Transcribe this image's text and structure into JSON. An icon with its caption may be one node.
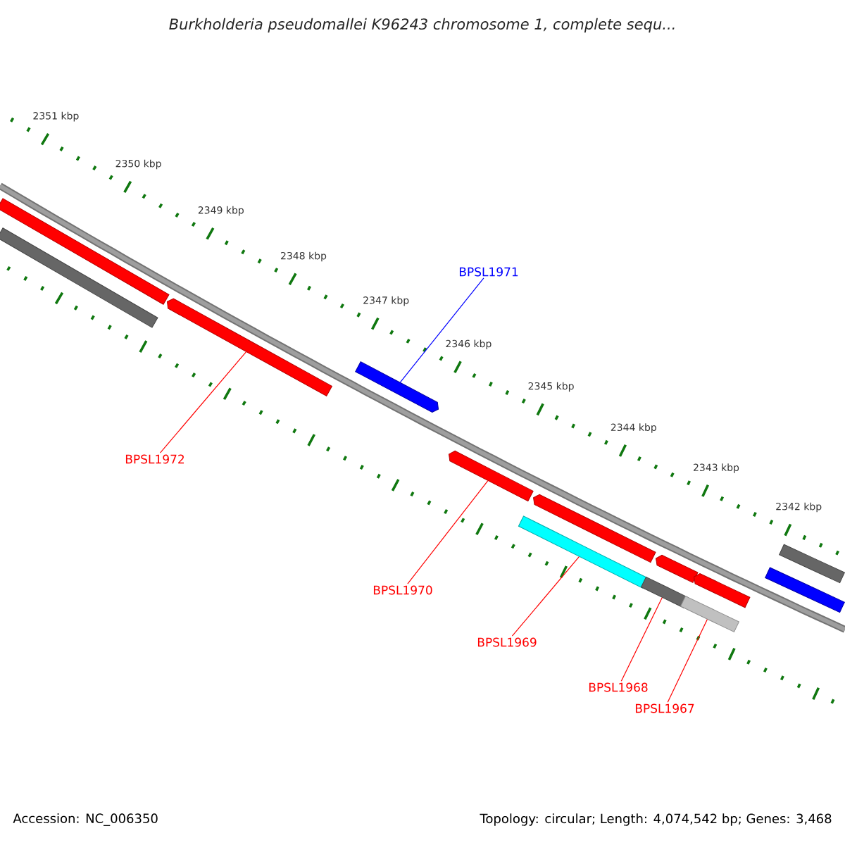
{
  "diagram": {
    "title": "Burkholderia pseudomallei K96243 chromosome 1, complete sequ...",
    "nodes": [
      {
        "text": [],
        "shape": "bar"
      },
      {
        "text": [],
        "shape": "bar"
      },
      {
        "text": [],
        "shape": "bar"
      },
      {
        "text": [],
        "shape": "bar"
      },
      {
        "text": [],
        "shape": "bar"
      },
      {
        "text": [],
        "shape": "bar"
      },
      {
        "text": [],
        "shape": "bar"
      },
      {
        "text": [],
        "shape": "bar"
      },
      {
        "text": [],
        "shape": "bar"
      },
      {
        "text": [],
        "shape": "bar"
      },
      {
        "text": [],
        "shape": "bar"
      },
      {
        "text": [],
        "shape": "bar"
      },
      {
        "text": [],
        "shape": "bar"
      },
      {
        "text": [
          "BPSL1972"
        ]
      },
      {
        "text": [
          "BPSL1971"
        ]
      },
      {
        "text": [
          "BPSL1970"
        ]
      },
      {
        "text": [
          "BPSL1969"
        ]
      },
      {
        "text": [
          "BPSL1968"
        ]
      },
      {
        "text": [
          "BPSL1967"
        ]
      }
    ],
    "edges": [
      {
        "from": 13,
        "to": 2,
        "arrow": "none"
      },
      {
        "from": 14,
        "to": 3,
        "arrow": "none",
        "color": "#0000ff"
      },
      {
        "from": 15,
        "to": 4,
        "arrow": "none"
      },
      {
        "from": 16,
        "to": 5,
        "arrow": "none"
      },
      {
        "from": 17,
        "to": 7,
        "arrow": "none"
      },
      {
        "from": 18,
        "to": 9,
        "arrow": "none"
      }
    ],
    "labels": [
      "2351 kbp",
      "2350 kbp",
      "2349 kbp",
      "2348 kbp",
      "2347 kbp",
      "2346 kbp",
      "2345 kbp",
      "2344 kbp",
      "2343 kbp",
      "2342 kbp",
      "Accession: NC_006350",
      "Topology: circular; Length: 4,074,542 bp; Genes: 3,468"
    ]
  }
}
